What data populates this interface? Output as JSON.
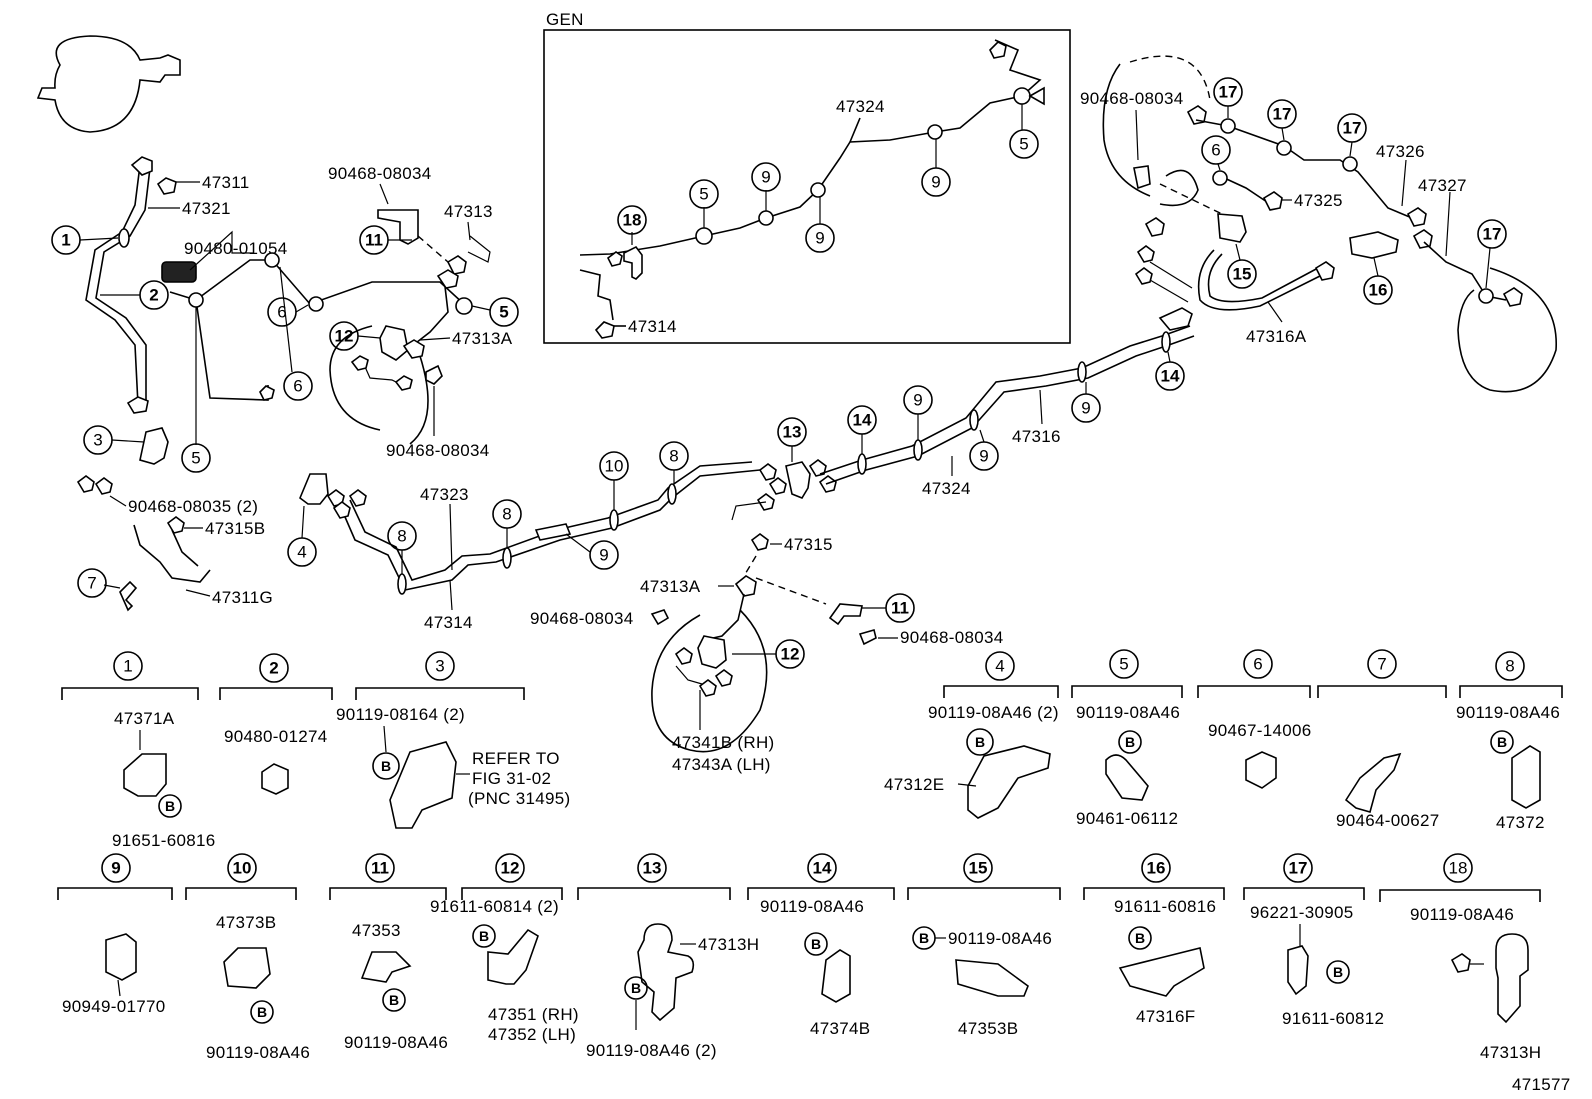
{
  "diagram_id": "471577",
  "gen_box": {
    "title": "GEN",
    "labels": {
      "pipe": "47324",
      "clamp_a": "5",
      "clamp_b": "9",
      "clamp_c": "9",
      "clamp_d": "9",
      "clamp_e": "5",
      "bracket": "18",
      "pipe_low": "47314"
    }
  },
  "main_labels": {
    "p47311": "47311",
    "p47321": "47321",
    "p90480_01054": "90480-01054",
    "p90468_a": "90468-08034",
    "p47313": "47313",
    "p47313A_top": "47313A",
    "p90468_b": "90468-08034",
    "p90468_08035": "90468-08035 (2)",
    "p47315B": "47315B",
    "p47311G": "47311G",
    "p47323": "47323",
    "p47314": "47314",
    "p47315": "47315",
    "p47313A": "47313A",
    "p90468_c": "90468-08034",
    "p90468_d": "90468-08034",
    "p47341B": "47341B (RH)",
    "p47343A": "47343A (LH)",
    "p47324": "47324",
    "p47316": "47316",
    "p90468_e": "90468-08034",
    "p47325": "47325",
    "p47326": "47326",
    "p47327": "47327",
    "p47316A": "47316A"
  },
  "callouts": [
    "1",
    "2",
    "3",
    "4",
    "5",
    "6",
    "7",
    "8",
    "9",
    "10",
    "11",
    "12",
    "13",
    "14",
    "15",
    "16",
    "17",
    "18"
  ],
  "legend": {
    "c1": {
      "key": "1",
      "parts": [
        "47371A",
        "91651-60816"
      ],
      "b": "B"
    },
    "c2": {
      "key": "2",
      "parts": [
        "90480-01274"
      ]
    },
    "c3": {
      "key": "3",
      "parts": [
        "90119-08164 (2)",
        "REFER TO",
        "FIG 31-02",
        "(PNC 31495)"
      ],
      "b": "B"
    },
    "c4": {
      "key": "4",
      "parts": [
        "90119-08A46 (2)",
        "47312E"
      ],
      "b": "B"
    },
    "c5": {
      "key": "5",
      "parts": [
        "90119-08A46",
        "90461-06112"
      ],
      "b": "B"
    },
    "c6": {
      "key": "6",
      "parts": [
        "90467-14006"
      ]
    },
    "c7": {
      "key": "7",
      "parts": [
        "90464-00627"
      ]
    },
    "c8": {
      "key": "8",
      "parts": [
        "90119-08A46",
        "47372"
      ],
      "b": "B"
    },
    "c9": {
      "key": "9",
      "parts": [
        "90949-01770"
      ]
    },
    "c10": {
      "key": "10",
      "parts": [
        "47373B",
        "90119-08A46"
      ],
      "b": "B"
    },
    "c11": {
      "key": "11",
      "parts": [
        "47353",
        "90119-08A46"
      ],
      "b": "B"
    },
    "c12": {
      "key": "12",
      "parts": [
        "91611-60814 (2)",
        "47351 (RH)",
        "47352 (LH)"
      ],
      "b": "B"
    },
    "c13": {
      "key": "13",
      "parts": [
        "47313H",
        "90119-08A46 (2)"
      ],
      "b": "B"
    },
    "c14": {
      "key": "14",
      "parts": [
        "90119-08A46",
        "47374B"
      ],
      "b": "B"
    },
    "c15": {
      "key": "15",
      "parts": [
        "90119-08A46",
        "47353B"
      ],
      "b": "B"
    },
    "c16": {
      "key": "16",
      "parts": [
        "91611-60816",
        "47316F"
      ],
      "b": "B"
    },
    "c17": {
      "key": "17",
      "parts": [
        "96221-30905",
        "91611-60812"
      ],
      "b": "B"
    },
    "c18": {
      "key": "18",
      "parts": [
        "90119-08A46",
        "47313H"
      ]
    }
  }
}
